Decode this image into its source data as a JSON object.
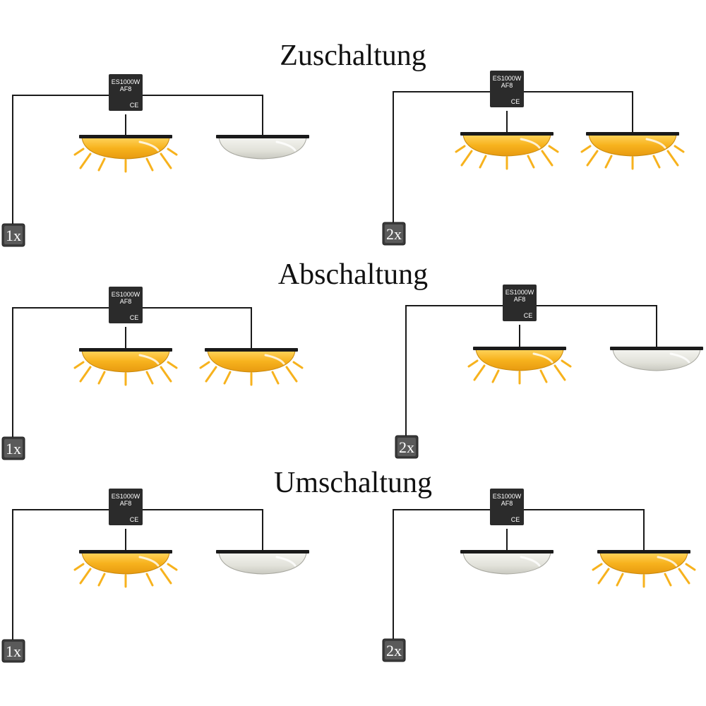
{
  "sections": [
    {
      "title": "Zuschaltung",
      "panels": [
        {
          "button_label": "1x",
          "device_model": "ES1000W",
          "device_sub": "AF8",
          "device_mark": "CE",
          "lamps": [
            "on",
            "off"
          ]
        },
        {
          "button_label": "2x",
          "device_model": "ES1000W",
          "device_sub": "AF8",
          "device_mark": "CE",
          "lamps": [
            "on",
            "on"
          ]
        }
      ]
    },
    {
      "title": "Abschaltung",
      "panels": [
        {
          "button_label": "1x",
          "device_model": "ES1000W",
          "device_sub": "AF8",
          "device_mark": "CE",
          "lamps": [
            "on",
            "on"
          ]
        },
        {
          "button_label": "2x",
          "device_model": "ES1000W",
          "device_sub": "AF8",
          "device_mark": "CE",
          "lamps": [
            "on",
            "off"
          ]
        }
      ]
    },
    {
      "title": "Umschaltung",
      "panels": [
        {
          "button_label": "1x",
          "device_model": "ES1000W",
          "device_sub": "AF8",
          "device_mark": "CE",
          "lamps": [
            "on",
            "off"
          ]
        },
        {
          "button_label": "2x",
          "device_model": "ES1000W",
          "device_sub": "AF8",
          "device_mark": "CE",
          "lamps": [
            "off",
            "on"
          ]
        }
      ]
    }
  ],
  "colors": {
    "lamp_on": "#f7b21d",
    "lamp_off": "#e4e4de",
    "wire": "#1a1a1a",
    "device": "#2b2b2b",
    "button": "#3a3a3a"
  }
}
